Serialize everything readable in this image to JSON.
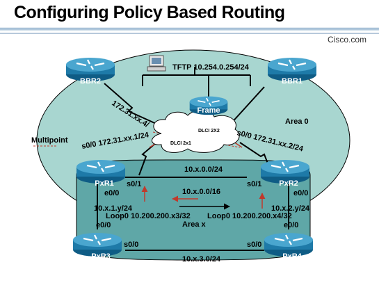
{
  "slide": {
    "title": "Configuring Policy Based Routing",
    "brand": "Cisco.com"
  },
  "colors": {
    "area0": "#a8d6d0",
    "areax": "#5fa7a7",
    "router_body": "#1e7aa8",
    "router_top": "#4aa6cf",
    "link": "#000000",
    "arrow": "#c0392b"
  },
  "routers": {
    "bbr2": "BBR2",
    "bbr1": "BBR1",
    "frame": "Frame",
    "pxr1": "PxR1",
    "pxr2": "PxR2",
    "pxr3": "PxR3",
    "pxr4": "PxR4"
  },
  "labels": {
    "tftp": "TFTP 10.254.0.254/24",
    "area0": "Area 0",
    "areax": "Area x",
    "multipoint": "Multipoint",
    "bbr2_link": "172.31.xx.4/",
    "dlci_2x2": "DLCI 2X2",
    "dlci_2x1": "DLCI 2x1",
    "pxr1_s00": "s0/0 172.31.xx.1/24",
    "pxr2_s00": "s0/0 172.31.xx.2/24",
    "net_x0": "10.x.0.0/24",
    "net_x16": "10.x.0.0/16",
    "pxr1_s01": "s0/1",
    "pxr2_s01": "s0/1",
    "pxr1_e00": "e0/0",
    "pxr2_e00": "e0/0",
    "pxr1_ip": "10.x.1.y/24",
    "pxr2_ip": "10.x.2.y/24",
    "loop_left": "Loop0 10.200.200.x3/32",
    "loop_right": "Loop0 10.200.200.x4/32",
    "pxr3_e00": "e0/0",
    "pxr4_e00": "e0/0",
    "pxr3_s00": "s0/0",
    "pxr4_s00": "s0/0",
    "net_x3": "10.x.3.0/24"
  },
  "icons": [
    "router-icon",
    "pc-icon",
    "frame-relay-cloud-icon"
  ]
}
